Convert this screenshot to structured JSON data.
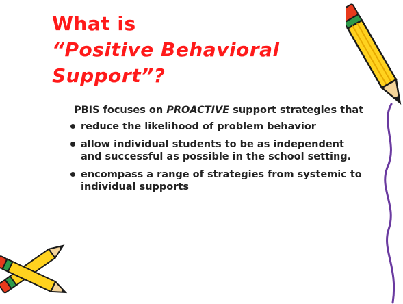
{
  "slide": {
    "title": {
      "line1": "What is",
      "line2": "“Positive Behavioral",
      "line3": "Support”?"
    },
    "intro": {
      "prefix": "PBIS focuses on ",
      "emphasis": "PROACTIVE",
      "suffix": " support strategies that"
    },
    "bullets": [
      "reduce the likelihood of problem behavior",
      "allow individual students to be as independent and successful as possible in the school setting.",
      "encompass a range of strategies from systemic to individual supports"
    ],
    "icons": {
      "top_right": "pencil-icon",
      "bottom_left": "crossed-pencils-icon",
      "right_edge": "purple-bracket-curve"
    },
    "colors": {
      "title": "#ff1a1a",
      "body_text": "#222222",
      "pencil_yellow": "#ffd21f",
      "pencil_outline": "#1a1a1a",
      "pencil_eraser": "#e83a1c",
      "pencil_band": "#2e9a4a",
      "bracket": "#6a3aa0"
    }
  }
}
